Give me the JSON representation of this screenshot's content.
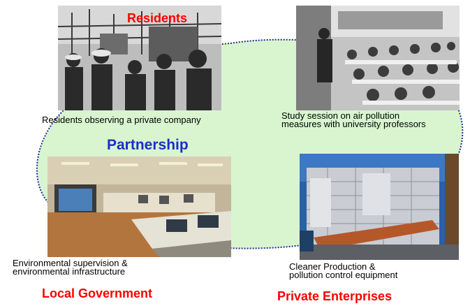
{
  "labels": {
    "residents": "Residents",
    "partnership": "Partnership",
    "local_government": "Local Government",
    "private_enterprises": "Private Enterprises"
  },
  "captions": {
    "residents_photo": "Residents observing a private company",
    "study_session_line1": "Study session on air pollution",
    "study_session_line2": "measures with university professors",
    "gov_line1": "Environmental supervision &",
    "gov_line2": "environmental infrastructure",
    "enterprise_line1": "Cleaner Production &",
    "enterprise_line2": "pollution control equipment"
  },
  "colors": {
    "blob_fill": "#d8f5d0",
    "blob_border": "#1f2d9a",
    "title_red": "#ff0000",
    "partnership_blue": "#1a2ec8"
  },
  "images": [
    "residents-photo-bw",
    "study-session-photo-bw",
    "control-room-photo",
    "factory-photo"
  ]
}
